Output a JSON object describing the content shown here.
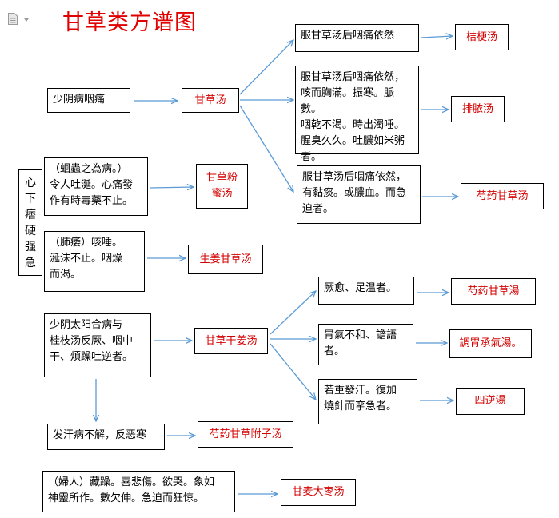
{
  "title": "甘草类方谱图",
  "icons": {
    "document": "document-icon",
    "dropdown": "chevron-down-icon"
  },
  "colors": {
    "title": "#e00000",
    "formula_text": "#d40000",
    "arrow": "#5b9bd5"
  },
  "nodes": {
    "shaoyin_throat": "少阴病咽痛",
    "gancao_tang": "甘草汤",
    "cond_persist": "服甘草汤后咽痛依然",
    "jiegeng_tang": "桔梗汤",
    "cond_cough": "服甘草汤后咽痛依然，\n咳而胸滿。振寒。脈數。\n咽乾不渴。時出濁唾。\n腥臭久久。吐膿如米粥\n者。",
    "painong_tang": "排脓汤",
    "cond_phlegm": "服甘草汤后咽痛依然，\n有黏痰。或膿血。而急\n迫者。",
    "shaoyao_gancao_1": "芍药甘草汤",
    "side_label": "心\n下\n痞\n硬\n强\n急",
    "cond_worm": "（蛔蟲之為病。）\n令人吐涎。心痛發\n作有時毒藥不止。",
    "gancao_fen_mi": "甘草粉\n蜜汤",
    "cond_lung": "（肺痿）咳唾。\n涎沫不止。咽燥\n而渴。",
    "shengjiang_gancao": "生姜甘草汤",
    "cond_shaoyin_taiyang": "少阴太阳合病与\n桂枝汤反厥、咽中\n干、煩躁吐逆者。",
    "gancao_ganjiang": "甘草干姜汤",
    "cond_jue": "厥愈、足温者。",
    "shaoyao_gancao_2": "芍药甘草湯",
    "cond_stomach": "胃氣不和、譫語\n者。",
    "tiaowei": "調胃承氣湯。",
    "cond_sweat": "若重發汗。復加\n燒針而挛急者。",
    "sini": "四逆湯",
    "cond_fahan": "发汗病不解，反恶寒",
    "shaoyao_fuzi": "芍药甘草附子汤",
    "cond_women": "（婦人）藏躁。喜悲傷。欲哭。象如\n神靈所作。數欠伸。急迫而狂惊。",
    "ganmai_dazao": "甘麦大枣汤"
  }
}
